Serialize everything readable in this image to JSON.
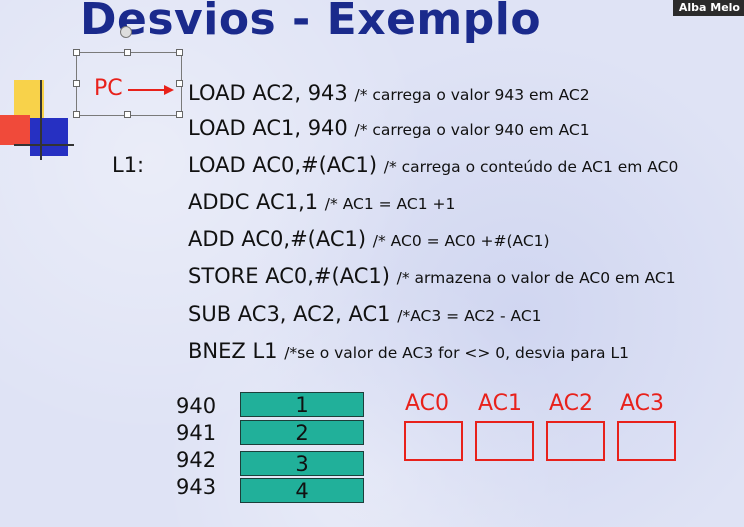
{
  "slide": {
    "title": "Desvios - Exemplo",
    "speaker_name": "Alba Melo"
  },
  "pc_label": "PC",
  "program": [
    {
      "label": "",
      "instr": "LOAD AC2, 943",
      "comment": "/* carrega o valor 943 em AC2"
    },
    {
      "label": "",
      "instr": "LOAD AC1, 940",
      "comment": "/* carrega o valor 940 em AC1"
    },
    {
      "label": "L1:",
      "instr": "LOAD AC0,#(AC1)",
      "comment": "/* carrega o conteúdo de AC1 em AC0"
    },
    {
      "label": "",
      "instr": "ADDC AC1,1",
      "comment": "/* AC1 = AC1 +1"
    },
    {
      "label": "",
      "instr": "ADD AC0,#(AC1)",
      "comment": "/* AC0 = AC0 +#(AC1)"
    },
    {
      "label": "",
      "instr": "STORE AC0,#(AC1)",
      "comment": "/* armazena o valor de AC0 em AC1"
    },
    {
      "label": "",
      "instr": "SUB AC3, AC2, AC1",
      "comment": "/*AC3 = AC2 - AC1"
    },
    {
      "label": "",
      "instr": "BNEZ L1",
      "comment": "/*se o valor de AC3 for <> 0, desvia para L1"
    }
  ],
  "memory": [
    {
      "address": "940",
      "value": "1"
    },
    {
      "address": "941",
      "value": "2"
    },
    {
      "address": "942",
      "value": "3"
    },
    {
      "address": "943",
      "value": "4"
    }
  ],
  "registers": [
    "AC0",
    "AC1",
    "AC2",
    "AC3"
  ],
  "colors": {
    "title": "#1a2a8c",
    "accent_red": "#e8211b",
    "memory_cell": "#21b09a",
    "background": "#dfe3f5"
  }
}
